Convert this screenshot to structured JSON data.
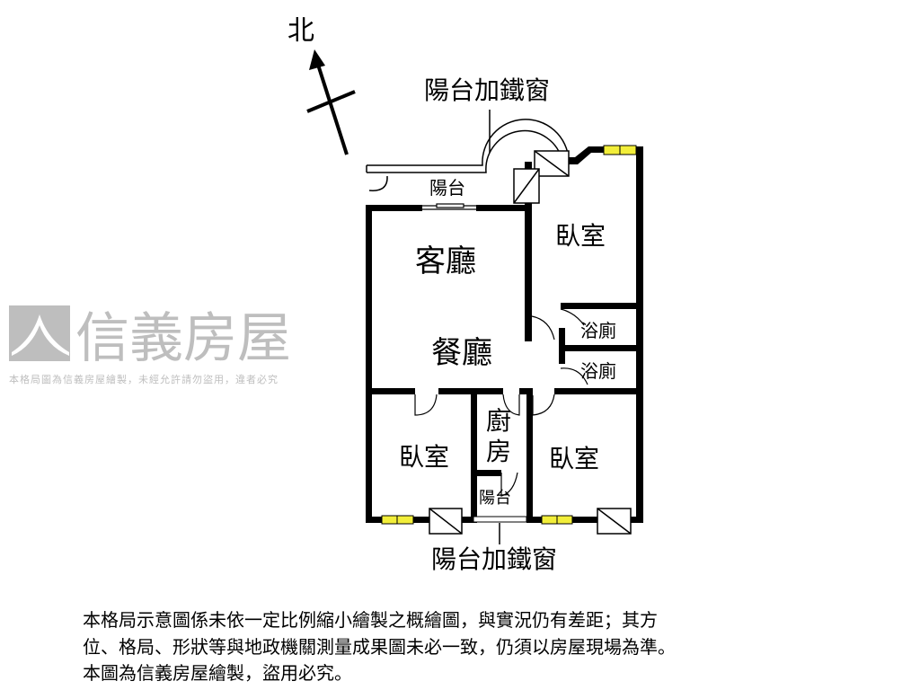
{
  "compass": {
    "north_label": "北"
  },
  "labels": {
    "balcony_iron_window_top": "陽台加鐵窗",
    "balcony_top": "陽台",
    "living_room": "客廳",
    "dining_room": "餐廳",
    "bedroom_top_right": "臥室",
    "bathroom_1": "浴廁",
    "bathroom_2": "浴廁",
    "bedroom_left": "臥室",
    "kitchen_line1": "廚",
    "kitchen_line2": "房",
    "balcony_bottom": "陽台",
    "bedroom_right": "臥室",
    "balcony_iron_window_bottom": "陽台加鐵窗"
  },
  "watermark": {
    "brand": "信義房屋",
    "notice": "本格局圖為信義房屋繪製，未經允許請勿盜用，違者必究"
  },
  "disclaimer": {
    "lines": [
      "本格局示意圖係未依一定比例縮小繪製之概繪圖，與實況仍有差距；其方",
      "位、格局、形狀等與地政機關測量成果圖未必一致，仍須以房屋現場為準。",
      "本圖為信義房屋繪製，盜用必究。"
    ]
  },
  "colors": {
    "wall": "#000000",
    "window": "#f2ee3a",
    "watermark": "#9a9a9a"
  }
}
